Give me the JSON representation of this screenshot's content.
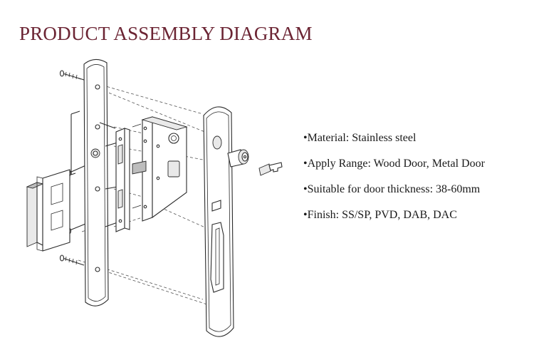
{
  "header": {
    "title": "PRODUCT ASSEMBLY DIAGRAM"
  },
  "specs": {
    "items": [
      "•Material: Stainless steel",
      "•Apply Range: Wood Door, Metal Door",
      "•Suitable for door thickness: 38-60mm",
      "•Finish: SS/SP, PVD, DAB, DAC"
    ]
  },
  "colors": {
    "title": "#6b2433",
    "text": "#1a1a1a",
    "line": "#2a2a2a"
  }
}
